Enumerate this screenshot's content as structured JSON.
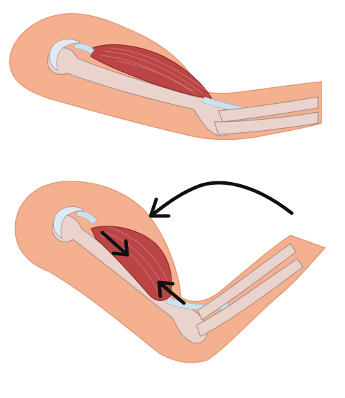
{
  "colors": {
    "background": "#ffffff",
    "skin": "#f5b08f",
    "skin_outline": "#e29a78",
    "bone": "#e9d3cc",
    "bone_outline": "#a88f88",
    "joint_cartilage": "#dfe9f2",
    "tendon": "#cfe0ee",
    "muscle": "#bb4444",
    "muscle_dark": "#8f2a2a",
    "muscle_fibers": "#d98080",
    "arrow": "#111111"
  },
  "panels": [
    {
      "id": "extended-arm",
      "state": "relaxed"
    },
    {
      "id": "flexed-arm",
      "state": "contracted"
    }
  ],
  "icons": {
    "motion_arrow": "curved-arrow-icon",
    "contraction_arrows": "inward-arrow-icon"
  }
}
